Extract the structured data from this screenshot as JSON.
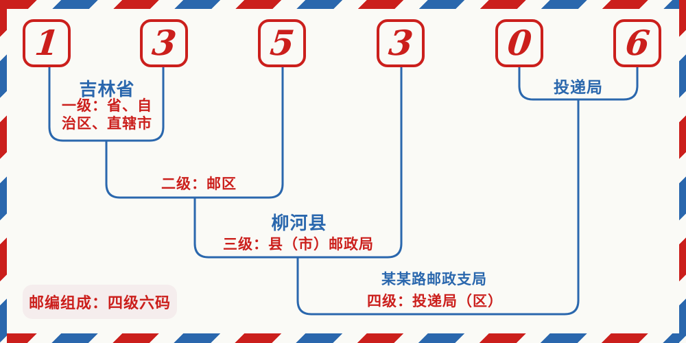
{
  "postal_code": {
    "digits": [
      "1",
      "3",
      "5",
      "3",
      "0",
      "6"
    ]
  },
  "annotations": {
    "level1": {
      "place": "吉林省",
      "desc_line1": "一级：省、自",
      "desc_line2": "治区、直辖市"
    },
    "level2": {
      "desc": "二级：邮区"
    },
    "level3": {
      "place": "柳河县",
      "desc": "三级：县（市）邮政局"
    },
    "level4": {
      "place": "某某路邮政支局",
      "desc": "四级：投递局（区）"
    },
    "delivery": {
      "label": "投递局"
    }
  },
  "footer": {
    "badge": "邮编组成：四级六码"
  },
  "colors": {
    "red": "#cb1f1c",
    "blue": "#2a67ad",
    "background": "#fafaf6",
    "badge_background": "#f5eded"
  }
}
